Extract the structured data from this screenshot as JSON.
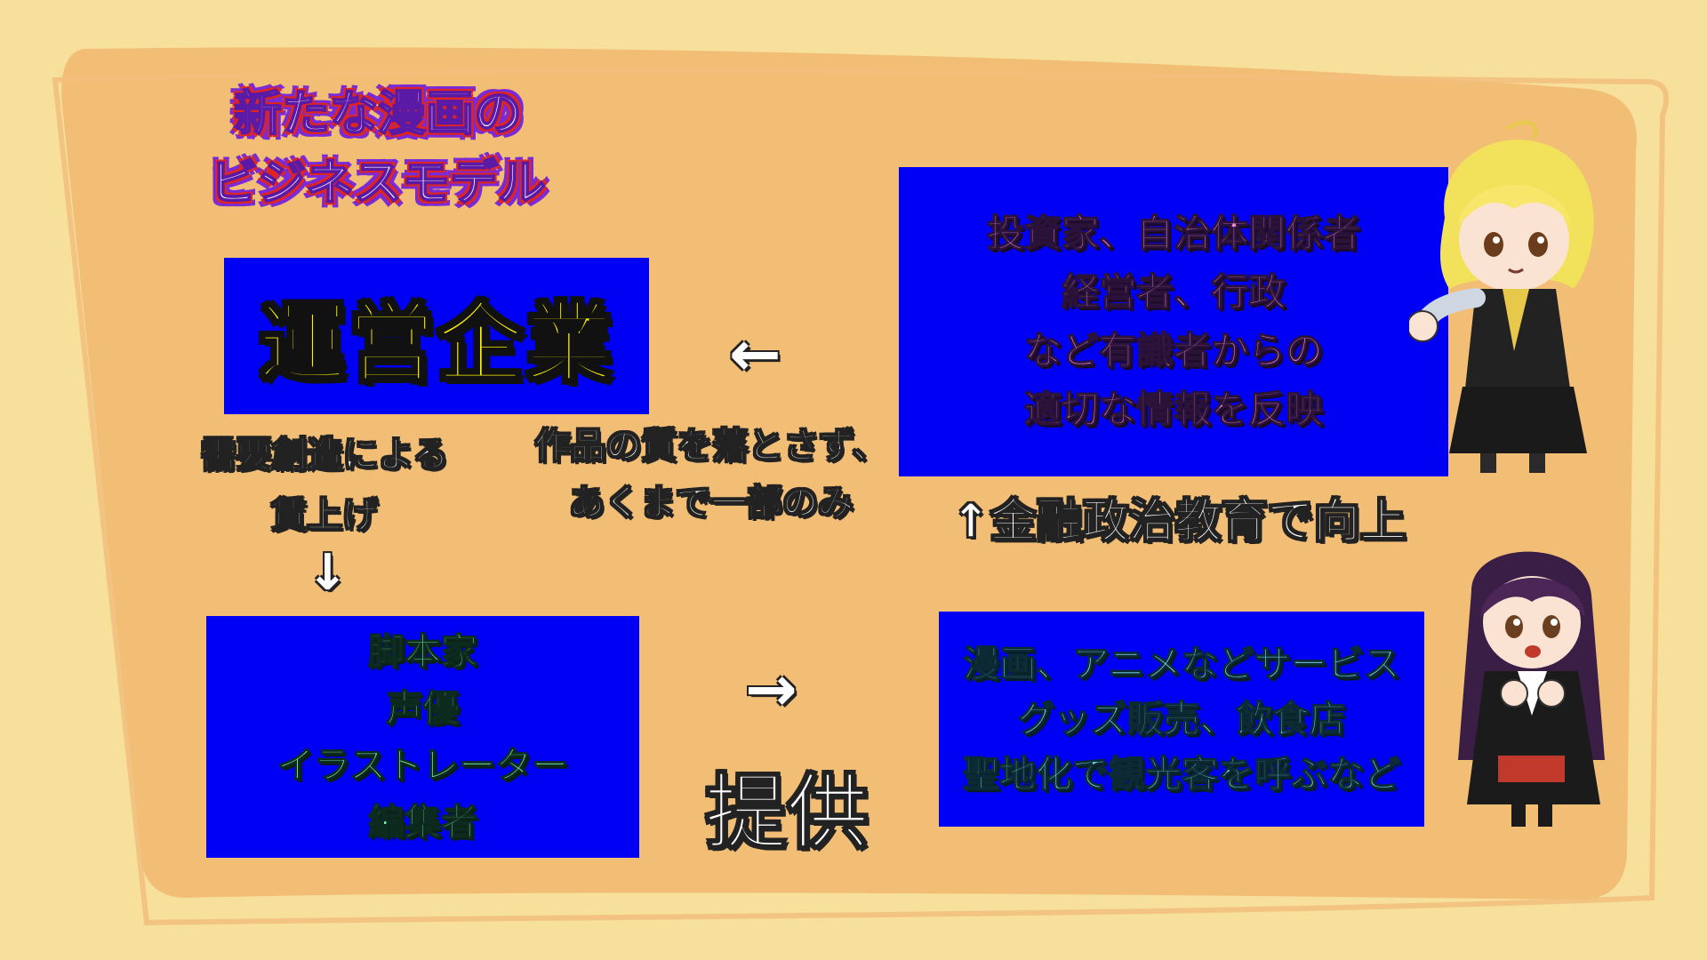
{
  "title": {
    "line1": "新たな漫画の",
    "line2": "ビジネスモデル"
  },
  "company": "運営企業",
  "advisors_box": {
    "lines": [
      "投資家、自治体関係者",
      "経営者、行政",
      "など有識者からの",
      "適切な情報を反映"
    ]
  },
  "creators_box": {
    "lines": [
      "脚本家",
      "声優",
      "イラストレーター",
      "編集者"
    ]
  },
  "services_box": {
    "lines": [
      "漫画、アニメなどサービス",
      "グッズ販売、飲食店",
      "聖地化で観光客を呼ぶなど"
    ]
  },
  "labels": {
    "demand": {
      "line1": "需要創造による",
      "line2": "賃上げ"
    },
    "quality": {
      "line1": "作品の質を落とさず、",
      "line2": "あくまで一部のみ"
    },
    "improve": "↑金融政治教育で向上",
    "provide": "提供"
  },
  "arrows": {
    "left": "←",
    "down": "↓",
    "right": "→"
  },
  "colors": {
    "background": "#f7df9c",
    "board": "#f2be76",
    "box": "#0000f5",
    "company_text": "#fff200",
    "pink_text": "#f28ad8",
    "green_text": "#7cf7b4",
    "cyan_text": "#7fe6f7"
  }
}
